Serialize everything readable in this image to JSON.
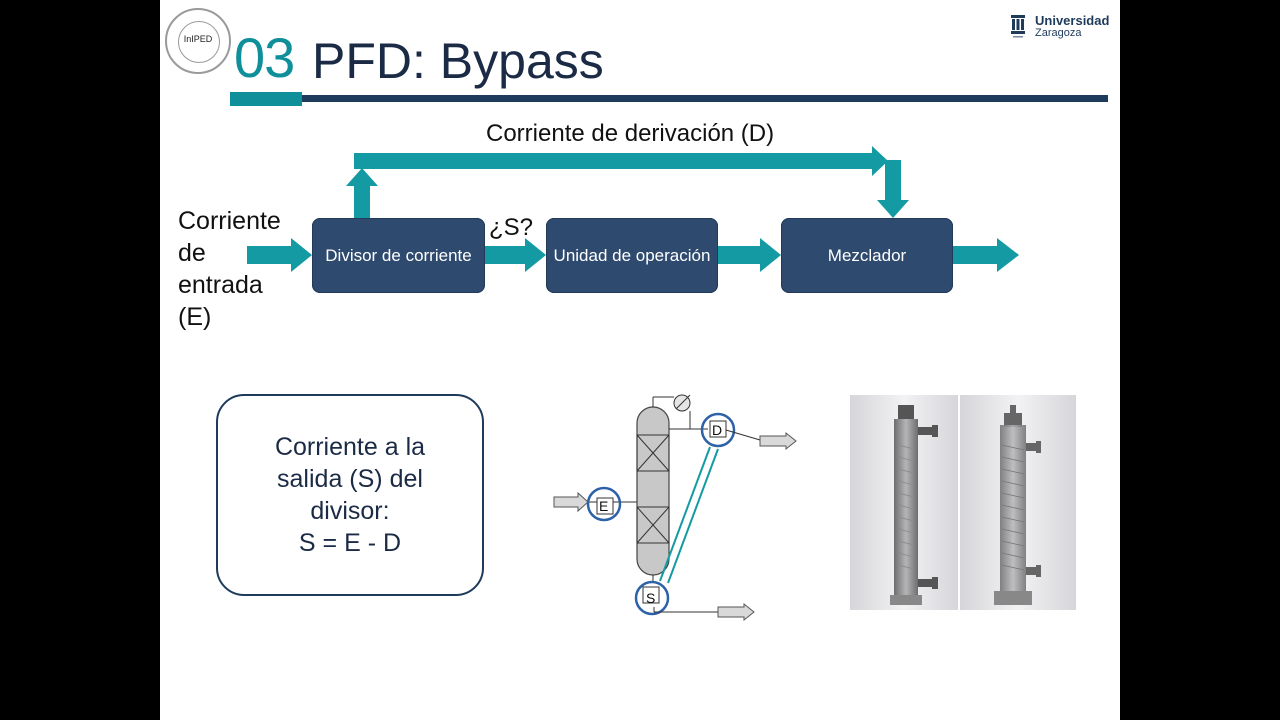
{
  "header": {
    "section_number": "03",
    "title": "PFD: Bypass",
    "logo_left": {
      "icon": "inplied-seal-icon",
      "abbr": "InIPED"
    },
    "logo_right": {
      "icon": "university-crest-icon",
      "name": "Universidad",
      "city": "Zaragoza"
    }
  },
  "diagram": {
    "bypass_label": "Corriente de derivación (D)",
    "input_label": "Corriente\nde\nentrada\n(E)",
    "question_label": "¿S?",
    "blocks": [
      {
        "label": "Divisor de corriente"
      },
      {
        "label": "Unidad de operación"
      },
      {
        "label": "Mezclador"
      }
    ]
  },
  "equation_box": {
    "line1": "Corriente a la",
    "line2": "salida (S) del",
    "line3": "divisor:",
    "line4": "S = E - D"
  },
  "column_schematic": {
    "labels": {
      "e": "E",
      "d": "D",
      "s": "S"
    }
  },
  "colors": {
    "teal": "#0e8f99",
    "navy": "#1f3b5c",
    "block_fill": "#2e4a6e",
    "arrow_teal": "#139aa3"
  }
}
